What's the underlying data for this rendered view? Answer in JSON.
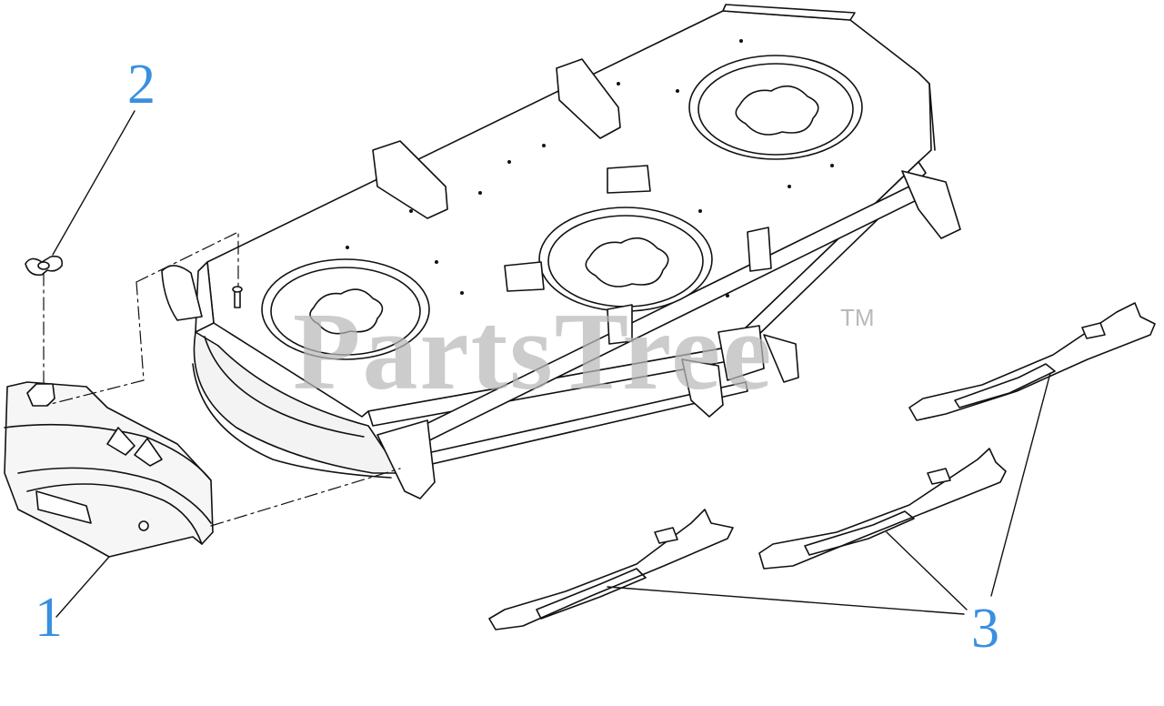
{
  "diagram": {
    "callouts": [
      {
        "id": "1",
        "label": "1"
      },
      {
        "id": "2",
        "label": "2"
      },
      {
        "id": "3",
        "label": "3"
      }
    ]
  },
  "watermark": {
    "text": "PartsTree",
    "trademark": "TM"
  },
  "colors": {
    "line": "#111111",
    "callout": "#3a8fe0",
    "watermark": "#b9b9b9",
    "background": "#ffffff"
  }
}
